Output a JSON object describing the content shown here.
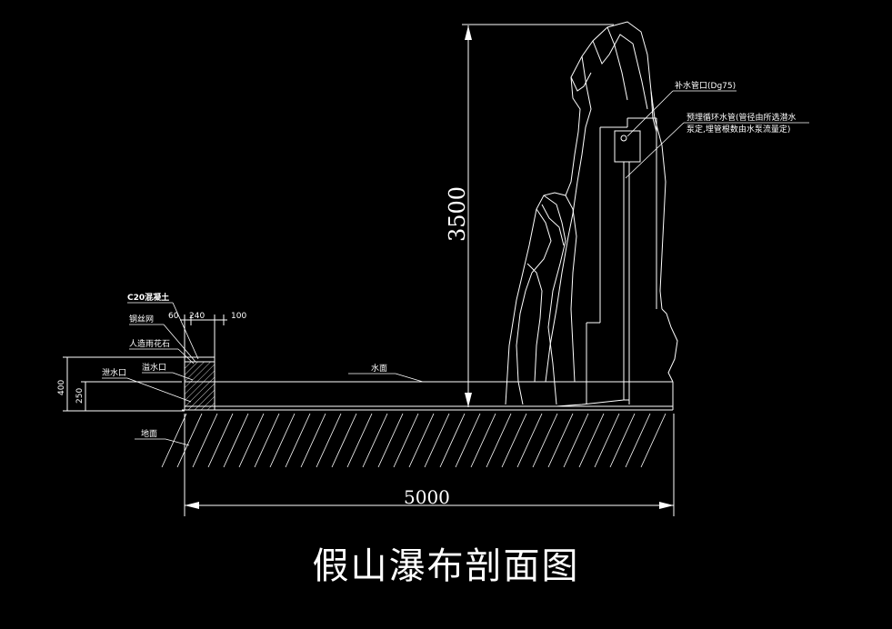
{
  "colors": {
    "background": "#000000",
    "line": "#ffffff"
  },
  "title": "假山瀑布剖面图",
  "labels": {
    "c20": "C20混凝土",
    "mesh": "钢丝网",
    "granite": "人造雨花石",
    "overflow": "溢水口",
    "drain": "泄水口",
    "water_surface": "水面",
    "ground": "地面",
    "makeup_inlet": "补水管口(Dg75)",
    "pipe_note_1": "预埋循环水管(管径由所选潜水",
    "pipe_note_2": "泵定,埋管根数由水泵流量定)"
  },
  "dimensions": {
    "height": "3500",
    "width": "5000",
    "d60": "60",
    "d240": "240",
    "d100": "100",
    "d400": "400",
    "d250": "250"
  }
}
